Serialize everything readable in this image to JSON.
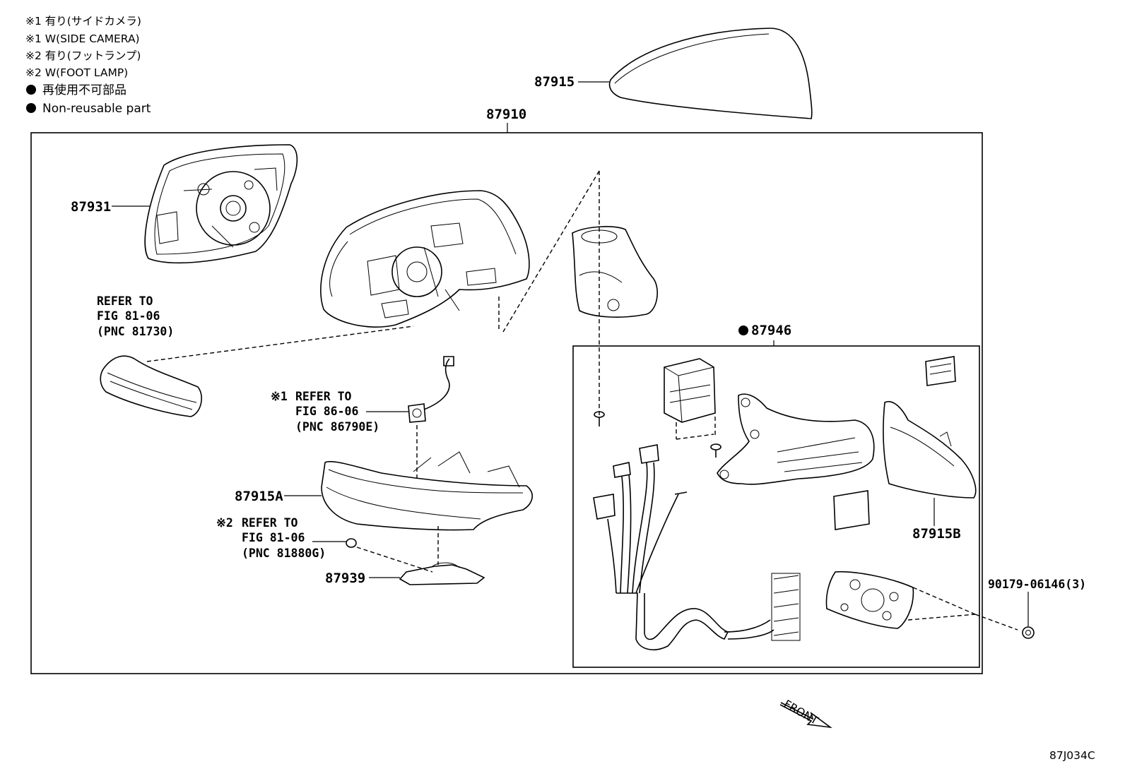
{
  "legend": {
    "line1": "※1 有り(サイドカメラ)",
    "line2": "※1 W(SIDE CAMERA)",
    "line3": "※2 有り(フットランプ)",
    "line4": "※2 W(FOOT LAMP)",
    "line5": "再使用不可部品",
    "line6": "Non-reusable part"
  },
  "parts": {
    "p87915": "87915",
    "p87910": "87910",
    "p87931": "87931",
    "p87946": "87946",
    "p87915A": "87915A",
    "p87915B": "87915B",
    "p87939": "87939",
    "p90179": "90179-06146(3)"
  },
  "refs": {
    "ref1": {
      "l1": "REFER TO",
      "l2": "FIG 81-06",
      "l3": "(PNC 81730)"
    },
    "ref2": {
      "mark": "※1",
      "l1": "REFER TO",
      "l2": "FIG 86-06",
      "l3": "(PNC 86790E)"
    },
    "ref3": {
      "mark": "※2",
      "l1": "REFER TO",
      "l2": "FIG 81-06",
      "l3": "(PNC 81880G)"
    }
  },
  "front_label": "FRONT",
  "diagram_code": "87J034C"
}
